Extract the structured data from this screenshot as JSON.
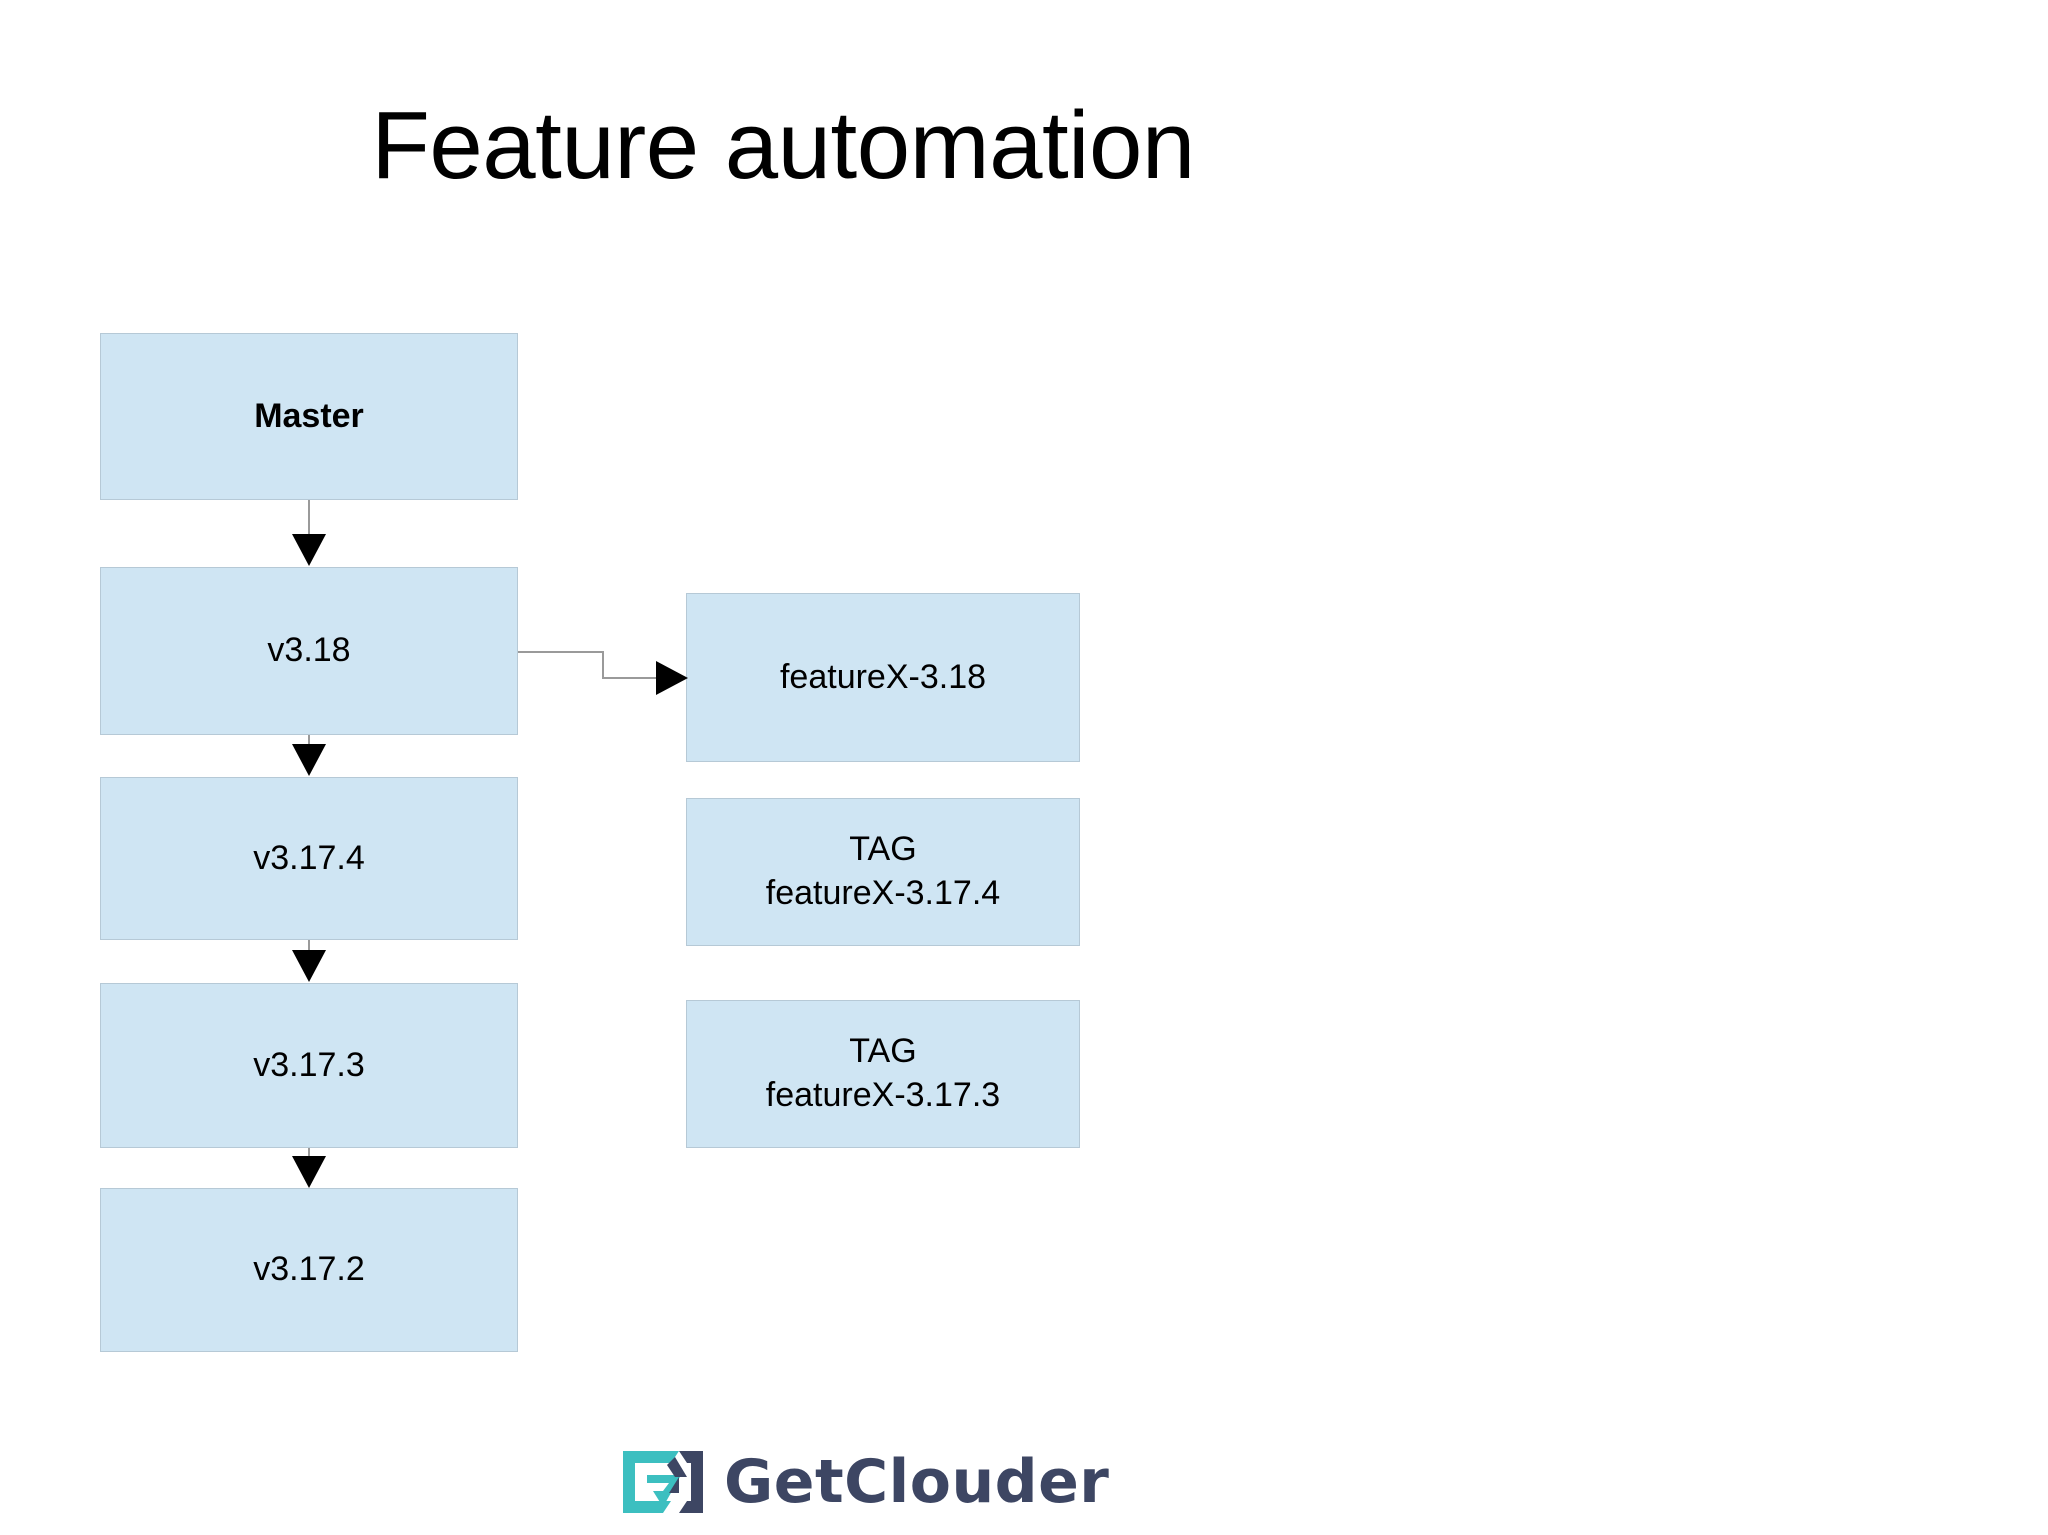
{
  "slide": {
    "title": "Feature automation",
    "background_color": "#ffffff"
  },
  "theme": {
    "node_fill": "#cfe5f3",
    "node_border": "#b6c9d6",
    "connector_color": "#9a9a9a",
    "arrowhead_color": "#000000",
    "text_color": "#000000",
    "logo_teal": "#3cbfc0",
    "logo_navy": "#3d4663"
  },
  "diagram": {
    "branch_column": [
      {
        "id": "master",
        "label": "Master",
        "bold": true
      },
      {
        "id": "v318",
        "label": "v3.18",
        "bold": false
      },
      {
        "id": "v3174",
        "label": "v3.17.4",
        "bold": false
      },
      {
        "id": "v3173",
        "label": "v3.17.3",
        "bold": false
      },
      {
        "id": "v3172",
        "label": "v3.17.2",
        "bold": false
      }
    ],
    "feature_column": [
      {
        "id": "featurex",
        "label": "featureX-3.18",
        "bold": false
      },
      {
        "id": "tag3174",
        "label": "TAG\nfeatureX-3.17.4",
        "bold": false
      },
      {
        "id": "tag3173",
        "label": "TAG\nfeatureX-3.17.3",
        "bold": false
      }
    ],
    "connectors": [
      {
        "id": "master-to-v318",
        "from": "master",
        "to": "v318",
        "style": "straight-down"
      },
      {
        "id": "v318-to-v3174",
        "from": "v318",
        "to": "v3174",
        "style": "straight-down"
      },
      {
        "id": "v3174-to-v3173",
        "from": "v3174",
        "to": "v3173",
        "style": "straight-down"
      },
      {
        "id": "v3173-to-v3172",
        "from": "v3173",
        "to": "v3172",
        "style": "straight-down"
      },
      {
        "id": "v318-to-featurex",
        "from": "v318",
        "to": "featurex",
        "style": "stepped-right"
      }
    ]
  },
  "footer": {
    "logo_wordmark": "GetClouder",
    "logo_icon_name": "getclouder-g-mark"
  }
}
